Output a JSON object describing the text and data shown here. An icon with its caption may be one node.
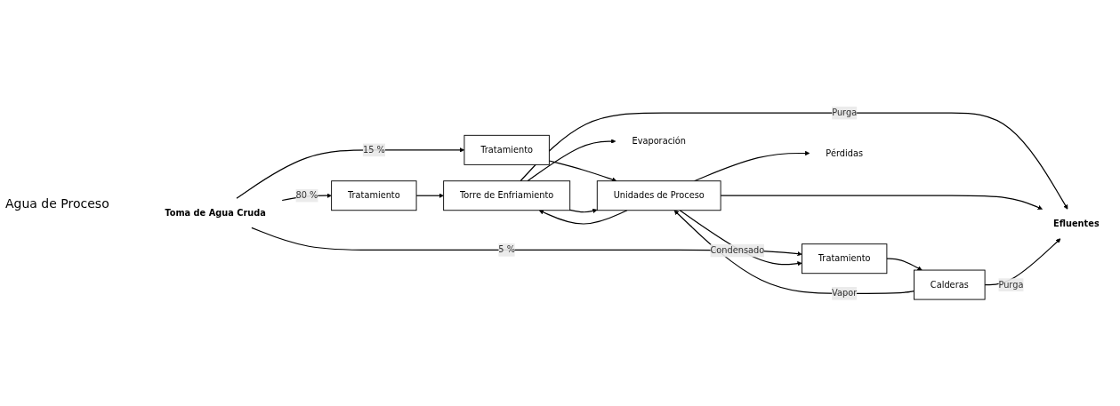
{
  "diagram": {
    "nodes": [
      {
        "text": [
          "Toma de Agua Cruda"
        ]
      },
      {
        "text": [
          "Tratamiento"
        ]
      },
      {
        "text": [
          "Tratamiento"
        ]
      },
      {
        "text": [
          "Tratamiento"
        ]
      },
      {
        "text": [
          "Torre de Enfriamiento"
        ]
      },
      {
        "text": [
          "Unidades de Proceso"
        ]
      },
      {
        "text": [
          "Calderas"
        ]
      },
      {
        "text": [
          "Evaporación"
        ]
      },
      {
        "text": [
          "Pérdidas"
        ]
      },
      {
        "text": [
          "Efluentes"
        ]
      }
    ],
    "edges": [
      {
        "from": 0,
        "to": 1,
        "arrow": "to",
        "label": "80 %"
      },
      {
        "from": 0,
        "to": 2,
        "arrow": "to",
        "label": "15 %"
      },
      {
        "from": 0,
        "to": 3,
        "arrow": "to",
        "label": "5 %"
      },
      {
        "from": 1,
        "to": 4,
        "arrow": "to"
      },
      {
        "from": 2,
        "to": 5,
        "arrow": "to"
      },
      {
        "from": 3,
        "to": 6,
        "arrow": "to"
      },
      {
        "from": 4,
        "to": 5,
        "arrow": "to"
      },
      {
        "from": 5,
        "to": 4,
        "arrow": "to"
      },
      {
        "from": 6,
        "to": 5,
        "arrow": "to",
        "label": "Vapor"
      },
      {
        "from": 4,
        "to": 7,
        "arrow": "to"
      },
      {
        "from": 5,
        "to": 3,
        "arrow": "to",
        "label": "Condensado"
      },
      {
        "from": 5,
        "to": 8,
        "arrow": "to"
      },
      {
        "from": 4,
        "to": 9,
        "arrow": "to",
        "label": "Purga"
      },
      {
        "from": 5,
        "to": 9,
        "arrow": "to"
      },
      {
        "from": 6,
        "to": 9,
        "arrow": "to",
        "label": "Purga"
      }
    ],
    "labels": [
      "Agua de Proceso"
    ]
  }
}
